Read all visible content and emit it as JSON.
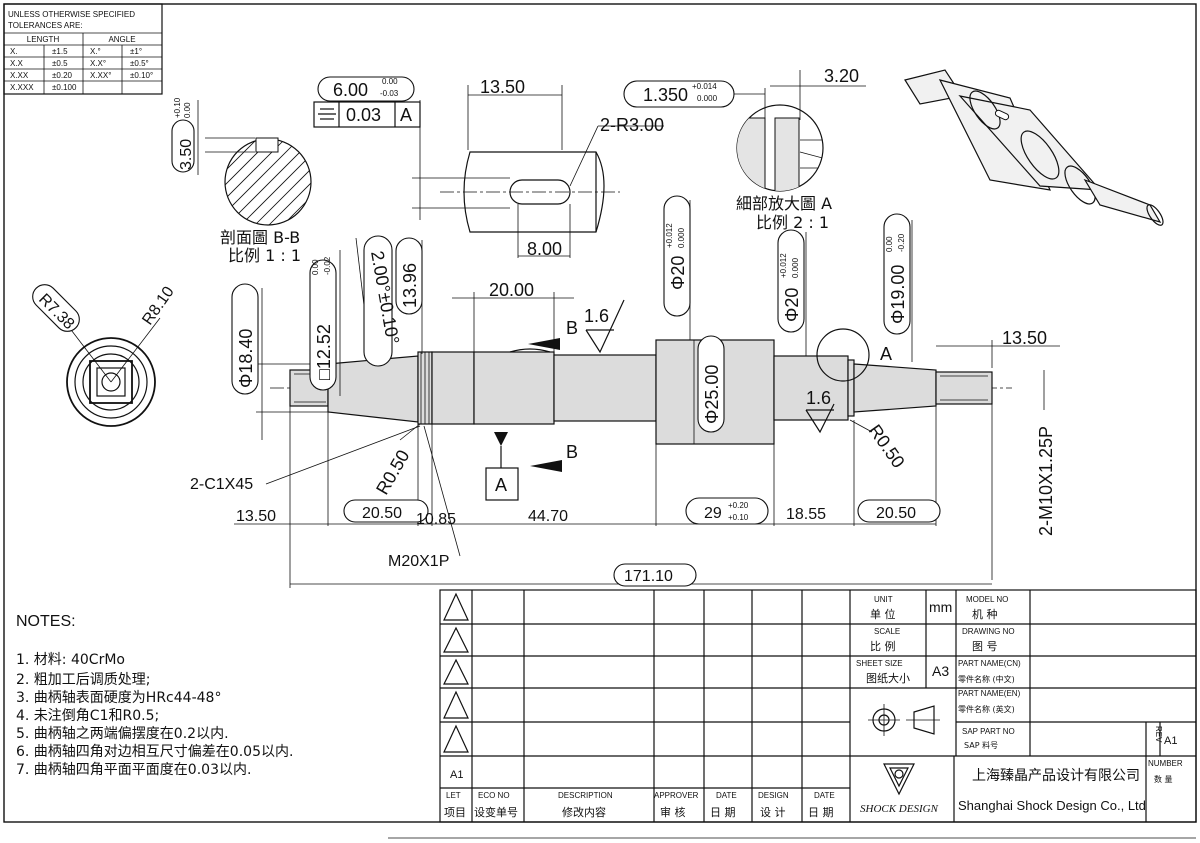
{
  "tolerance_block": {
    "title_line1": "UNLESS OTHERWISE SPECIFIED",
    "title_line2": "TOLERANCES ARE:",
    "length_header": "LENGTH",
    "angle_header": "ANGLE",
    "rows": [
      {
        "length_fmt": "X.",
        "length_tol": "±1.5",
        "angle_fmt": "X.°",
        "angle_tol": "±1°"
      },
      {
        "length_fmt": "X.X",
        "length_tol": "±0.5",
        "angle_fmt": "X.X°",
        "angle_tol": "±0.5°"
      },
      {
        "length_fmt": "X.XX",
        "length_tol": "±0.20",
        "angle_fmt": "X.XX°",
        "angle_tol": "±0.10°"
      },
      {
        "length_fmt": "X.XXX",
        "length_tol": "±0.100",
        "angle_fmt": "",
        "angle_tol": ""
      }
    ]
  },
  "views": {
    "section_bb": {
      "title": "剖面圖 B-B",
      "scale": "比例 1 : 1",
      "dim_depth": "3.50",
      "tol_upper": "+0.10",
      "tol_lower": "0.00"
    },
    "slot_view": {
      "dim_width": "6.00",
      "tol_upper": "0.00",
      "tol_lower": "-0.03",
      "gtol_value": "0.03",
      "gtol_datum": "A",
      "dim_length": "13.50",
      "radius": "2-R3.00",
      "slot_width": "8.00"
    },
    "detail_a": {
      "title": "細部放大圖 A",
      "scale": "比例 2 : 1",
      "dim_groove": "1.350",
      "tol_upper": "+0.014",
      "tol_lower": "0.000",
      "dim_width": "3.20"
    },
    "end_view": {
      "r1": "R7.38",
      "r2": "R8.10"
    }
  },
  "main_view": {
    "dims": {
      "d1840": "Φ18.40",
      "sq1252": "□12.52",
      "sq_tol_upper": "0.00",
      "sq_tol_lower": "-0.02",
      "ang200": "2.00°±0.10°",
      "d1396": "13.96",
      "len2000": "20.00",
      "rough1": "1.6",
      "rough2": "1.6",
      "d20a": "Φ20",
      "d20a_tol_upper": "+0.012",
      "d20a_tol_lower": "0.000",
      "d2500": "Φ25.00",
      "d20b": "Φ20",
      "d20b_tol_upper": "+0.012",
      "d20b_tol_lower": "0.000",
      "d1900": "Φ19.00",
      "d1900_tol_upper": "0.00",
      "d1900_tol_lower": "-0.20",
      "len1350r": "13.50",
      "detail_ref": "A",
      "r050a": "R0.50",
      "r050b": "R0.50",
      "chamfer": "2-C1X45",
      "thread_small": "2-M10X1.25P",
      "thread_big": "M20X1P",
      "len1350l": "13.50",
      "len2050a": "20.50",
      "len1085": "10.85",
      "len4470": "44.70",
      "len29": "29",
      "len29_tol_upper": "+0.20",
      "len29_tol_lower": "+0.10",
      "len1855": "18.55",
      "len2050b": "20.50",
      "total": "171.10",
      "section_mark": "B",
      "datum": "A"
    }
  },
  "notes": {
    "title": "NOTES:",
    "items": [
      "1. 材料: 40CrMo",
      "2. 粗加工后调质处理;",
      "3. 曲柄轴表面硬度为HRc44-48°",
      "4. 未注倒角C1和R0.5;",
      "5. 曲柄轴之两端偏摆度在0.2以内.",
      "6. 曲柄轴四角对边相互尺寸偏差在0.05以内.",
      "7. 曲柄轴四角平面平面度在0.03以内."
    ]
  },
  "title_block": {
    "rev_label": "A1",
    "rev_headers": [
      {
        "en": "LET",
        "cn": "项目"
      },
      {
        "en": "ECO NO",
        "cn": "设变单号"
      },
      {
        "en": "DESCRIPTION",
        "cn": "修改内容"
      },
      {
        "en": "APPROVER",
        "cn": "审 核"
      },
      {
        "en": "DATE",
        "cn": "日 期"
      },
      {
        "en": "DESIGN",
        "cn": "设 计"
      },
      {
        "en": "DATE",
        "cn": "日 期"
      }
    ],
    "unit_en": "UNIT",
    "unit_cn": "单 位",
    "unit_value": "mm",
    "scale_en": "SCALE",
    "scale_cn": "比 例",
    "sheet_en": "SHEET SIZE",
    "sheet_cn": "图纸大小",
    "sheet_value": "A3",
    "model_en": "MODEL NO",
    "model_cn": "机 种",
    "drawing_en": "DRAWING NO",
    "drawing_cn": "图 号",
    "pn_cn_en": "PART NAME(CN)",
    "pn_cn_cn": "零件名称 (中文)",
    "pn_en_en": "PART NAME(EN)",
    "pn_en_cn": "零件名称 (英文)",
    "sap_en": "SAP PART NO",
    "sap_cn": "SAP 料号",
    "rev_vertical": "REV",
    "rev_value": "A1",
    "number_en": "NUMBER",
    "number_cn": "数 量",
    "company_cn": "上海臻晶产品设计有限公司",
    "company_en": "Shanghai Shock Design Co., Ltd",
    "logo_text": "SHOCK DESIGN"
  }
}
